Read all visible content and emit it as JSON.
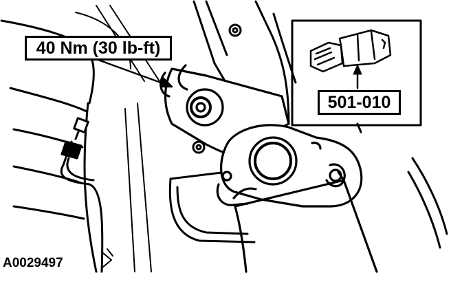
{
  "callouts": {
    "torque": "40 Nm (30 lb-ft)",
    "tool": "501-010"
  },
  "figure_id": "A0029497",
  "colors": {
    "ink": "#000000",
    "paper": "#ffffff"
  }
}
